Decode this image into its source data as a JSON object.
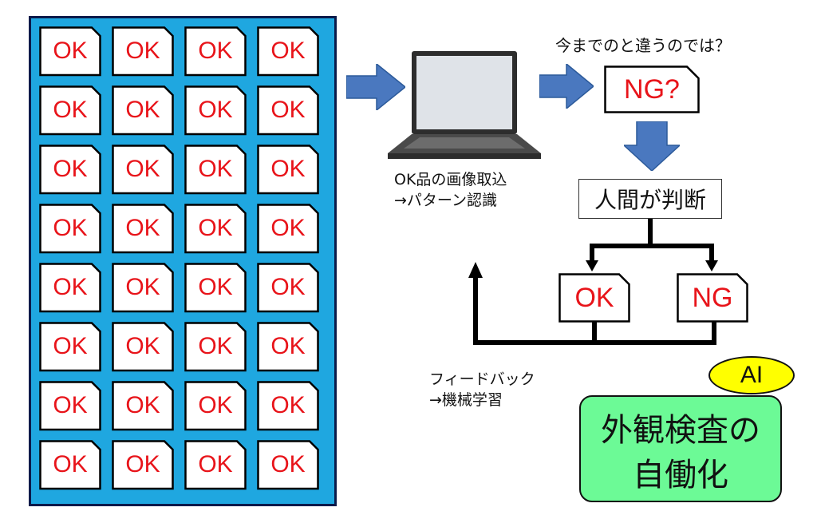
{
  "cards": [
    "OK",
    "OK",
    "OK",
    "OK",
    "OK",
    "OK",
    "OK",
    "OK",
    "OK",
    "OK",
    "OK",
    "OK",
    "OK",
    "OK",
    "OK",
    "OK",
    "OK",
    "OK",
    "OK",
    "OK",
    "OK",
    "OK",
    "OK",
    "OK",
    "OK",
    "OK",
    "OK",
    "OK",
    "OK",
    "OK",
    "OK",
    "OK"
  ],
  "capture_label": [
    "OK品の画像取込",
    "→パターン認識"
  ],
  "question_label": "今までのと違うのでは？",
  "ng_question": "NG?",
  "human_judge": "人間が判断",
  "ok_result": "OK",
  "ng_result": "NG",
  "feedback_label": [
    "フィードバック",
    "→機械学習"
  ],
  "ai_badge": "AI",
  "title": [
    "外観検査の",
    "自働化"
  ]
}
